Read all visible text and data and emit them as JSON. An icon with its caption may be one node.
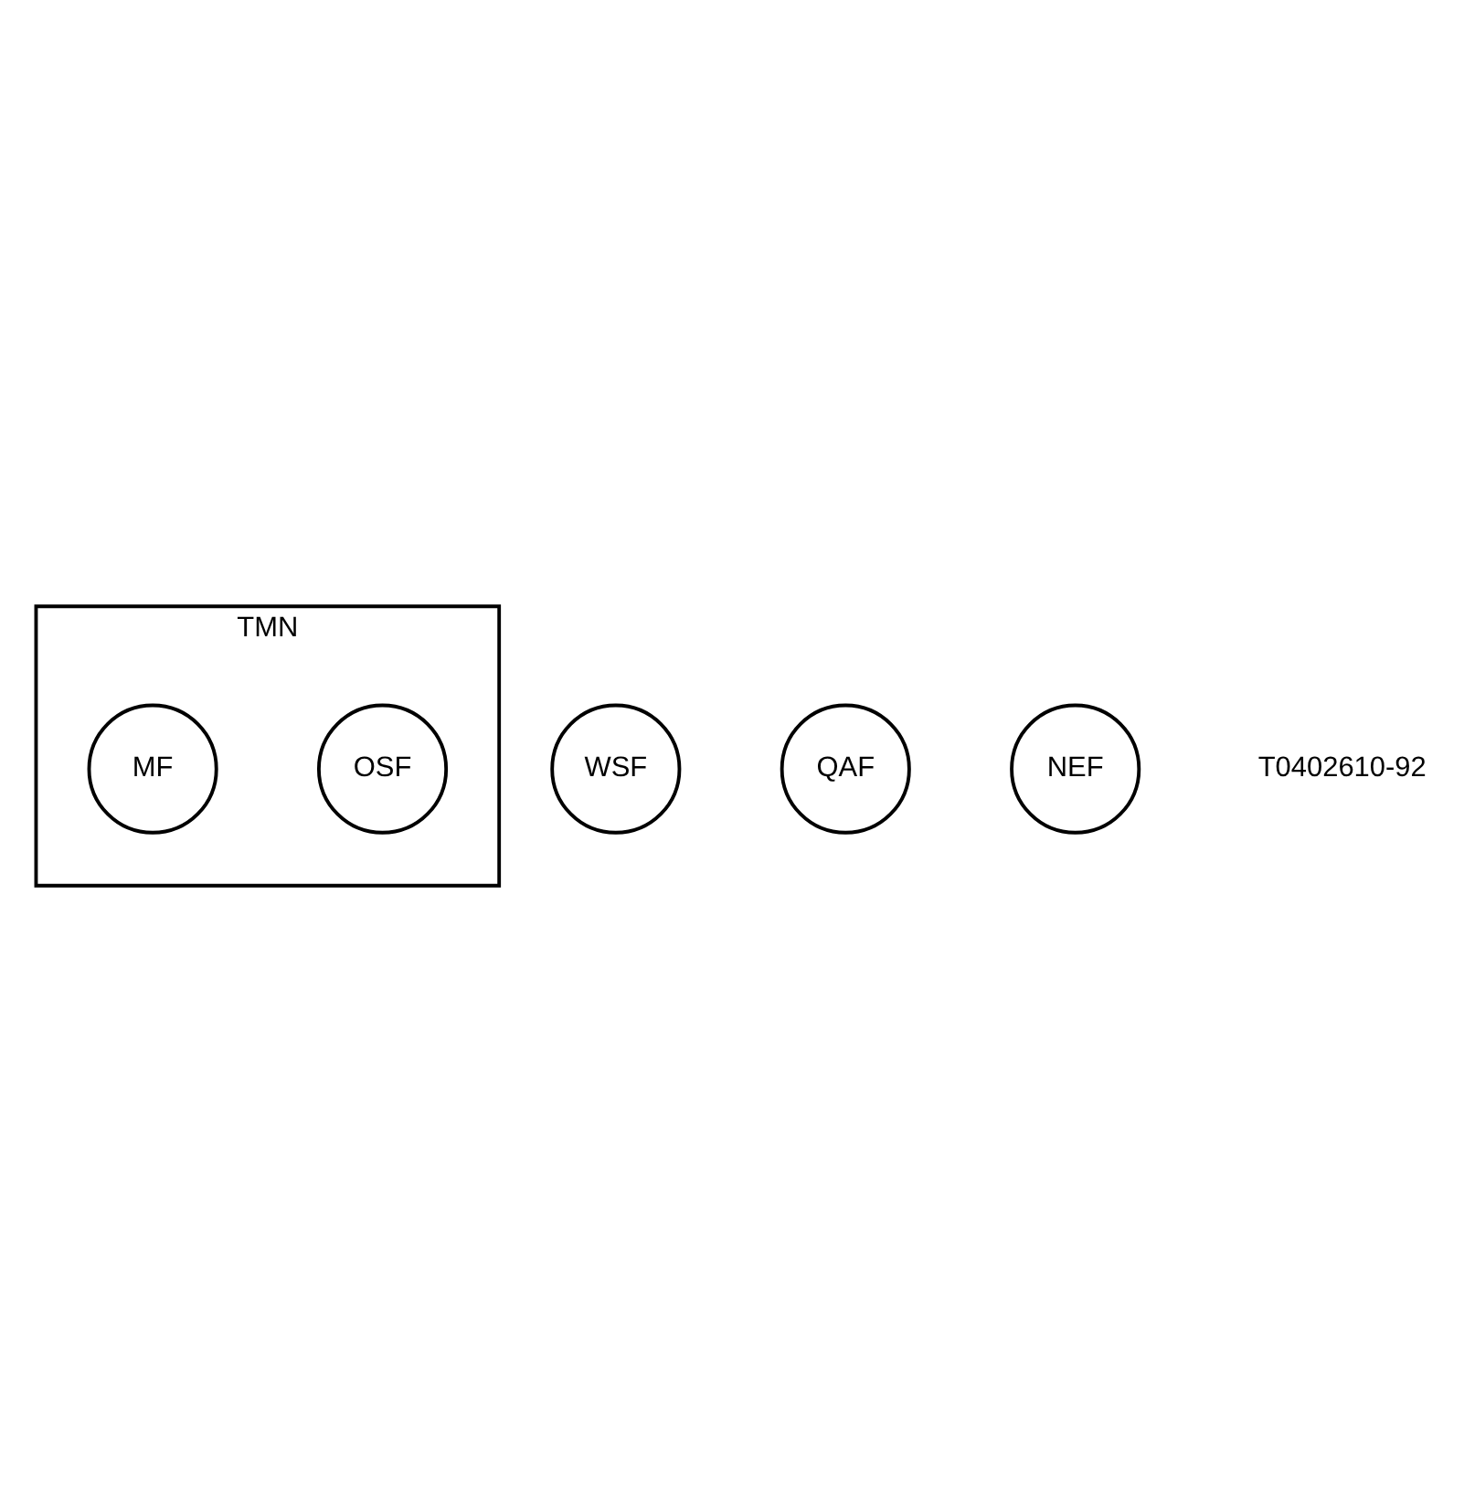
{
  "diagram": {
    "nodes": [
      {
        "text": [
          "TMN"
        ]
      },
      {
        "text": [
          "OSF"
        ],
        "in": 0
      },
      {
        "text": [
          "WSF"
        ]
      },
      {
        "text": [
          "MF"
        ],
        "in": 0
      },
      {
        "text": [
          "QAF"
        ]
      },
      {
        "text": [
          "NEF"
        ]
      }
    ],
    "labels": [
      "T0402610-92"
    ]
  }
}
